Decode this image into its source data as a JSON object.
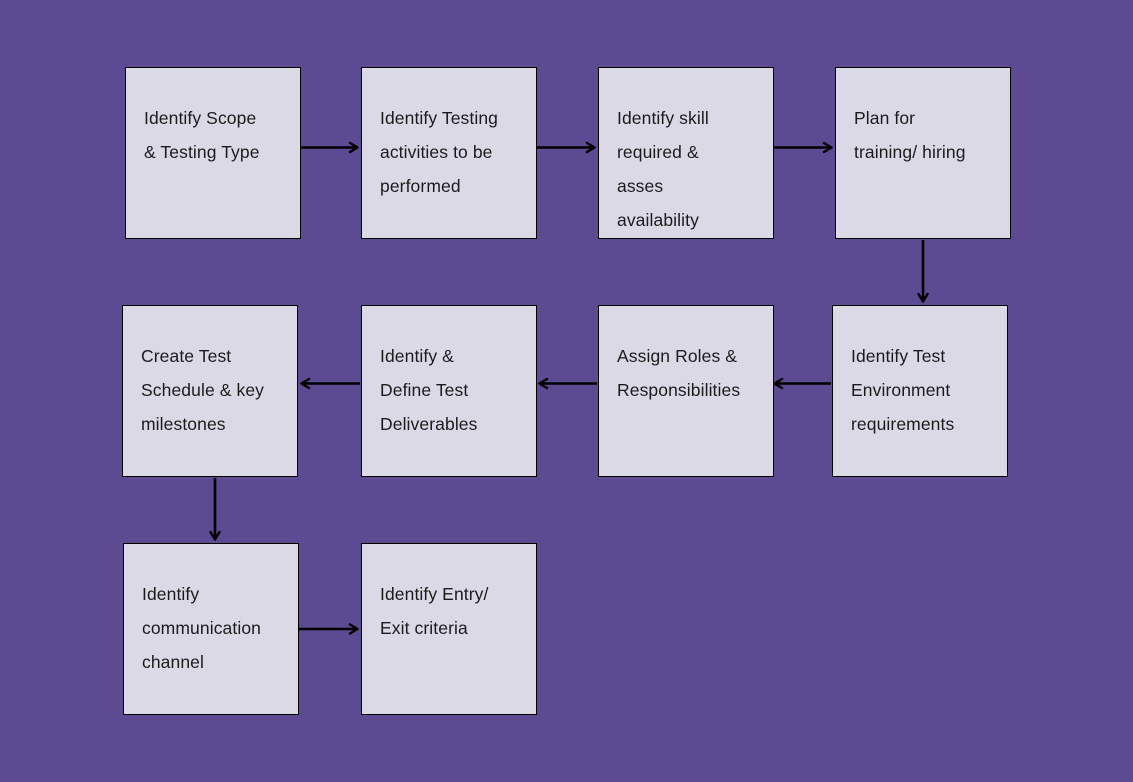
{
  "diagram": {
    "type": "flowchart",
    "colors": {
      "canvas_background": "#5c4a92",
      "node_fill": "#dcd9e7",
      "node_border": "#000000",
      "node_text": "#1b1b1b",
      "arrow": "#000000"
    },
    "nodes": [
      {
        "id": "scope",
        "label": "Identify Scope\n& Testing Type"
      },
      {
        "id": "activities",
        "label": "Identify Testing\nactivities to be\nperformed"
      },
      {
        "id": "skill",
        "label": "Identify skill\nrequired & asses\navailability"
      },
      {
        "id": "training",
        "label": "Plan for\ntraining/ hiring"
      },
      {
        "id": "environment",
        "label": "Identify Test\nEnvironment\nrequirements"
      },
      {
        "id": "roles",
        "label": "Assign Roles &\nResponsibilities"
      },
      {
        "id": "deliverables",
        "label": "Identify &\nDefine Test\nDeliverables"
      },
      {
        "id": "schedule",
        "label": "Create Test\nSchedule & key\nmilestones"
      },
      {
        "id": "communication",
        "label": "Identify\ncommunication\nchannel"
      },
      {
        "id": "entry_exit",
        "label": "Identify Entry/\nExit criteria"
      }
    ],
    "edges": [
      {
        "from": "scope",
        "to": "activities",
        "direction": "right"
      },
      {
        "from": "activities",
        "to": "skill",
        "direction": "right"
      },
      {
        "from": "skill",
        "to": "training",
        "direction": "right"
      },
      {
        "from": "training",
        "to": "environment",
        "direction": "down"
      },
      {
        "from": "environment",
        "to": "roles",
        "direction": "left"
      },
      {
        "from": "roles",
        "to": "deliverables",
        "direction": "left"
      },
      {
        "from": "deliverables",
        "to": "schedule",
        "direction": "left"
      },
      {
        "from": "schedule",
        "to": "communication",
        "direction": "down"
      },
      {
        "from": "communication",
        "to": "entry_exit",
        "direction": "right"
      }
    ]
  }
}
